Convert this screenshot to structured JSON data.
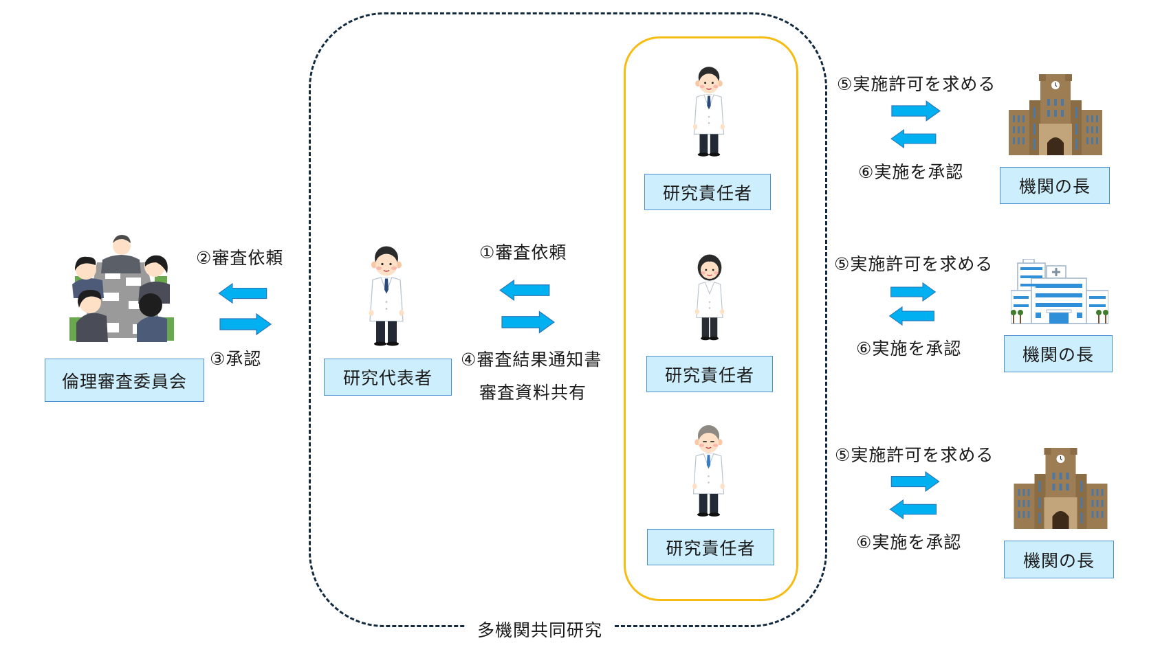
{
  "diagram": {
    "group_caption": "多機関共同研究",
    "committee": {
      "label": "倫理審査委員会",
      "illustration": "committee-meeting-illustration"
    },
    "principal_investigator": {
      "label": "研究代表者",
      "illustration": "doctor-male-illustration"
    },
    "flow_committee": {
      "request_label": "②審査依頼",
      "approve_label": "③承認"
    },
    "flow_pi": {
      "request_label": "①審査依頼",
      "result_label": "④審査結果通知書",
      "share_label": "審査資料共有"
    },
    "researchers": [
      {
        "label": "研究責任者",
        "illustration": "doctor-male-illustration"
      },
      {
        "label": "研究責任者",
        "illustration": "doctor-female-illustration"
      },
      {
        "label": "研究責任者",
        "illustration": "doctor-elderly-illustration"
      }
    ],
    "institutions": [
      {
        "request_label": "⑤実施許可を求める",
        "approve_label": "⑥実施を承認",
        "label": "機関の長",
        "illustration": "university-building-illustration"
      },
      {
        "request_label": "⑤実施許可を求める",
        "approve_label": "⑥実施を承認",
        "label": "機関の長",
        "illustration": "hospital-building-illustration"
      },
      {
        "request_label": "⑤実施許可を求める",
        "approve_label": "⑥実施を承認",
        "label": "機関の長",
        "illustration": "university-building-illustration"
      }
    ],
    "colors": {
      "arrow_fill": "#00b0f0",
      "arrow_stroke": "#2e75b6",
      "box_fill": "#cdeefc",
      "box_border": "#4a8fcf",
      "group_border": "#13293d",
      "researcher_group_border": "#f6bc14"
    }
  }
}
